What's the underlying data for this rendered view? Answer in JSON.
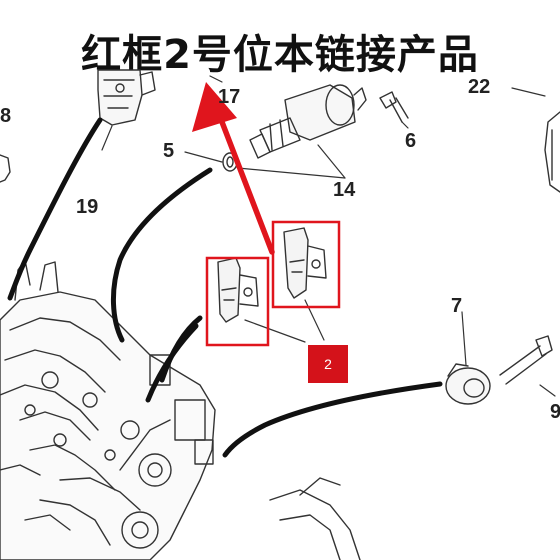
{
  "page": {
    "title": "红框2号位本链接产品"
  },
  "callouts": {
    "c8": "8",
    "c17": "17",
    "c22": "22",
    "c6": "6",
    "c5": "5",
    "c14": "14",
    "c19": "19",
    "c7": "7",
    "c9": "9"
  },
  "badge": {
    "label": "2",
    "color": "#d4121a"
  },
  "colors": {
    "highlight": "#e0151d",
    "arrow": "#e0151d",
    "line": "#111111"
  }
}
